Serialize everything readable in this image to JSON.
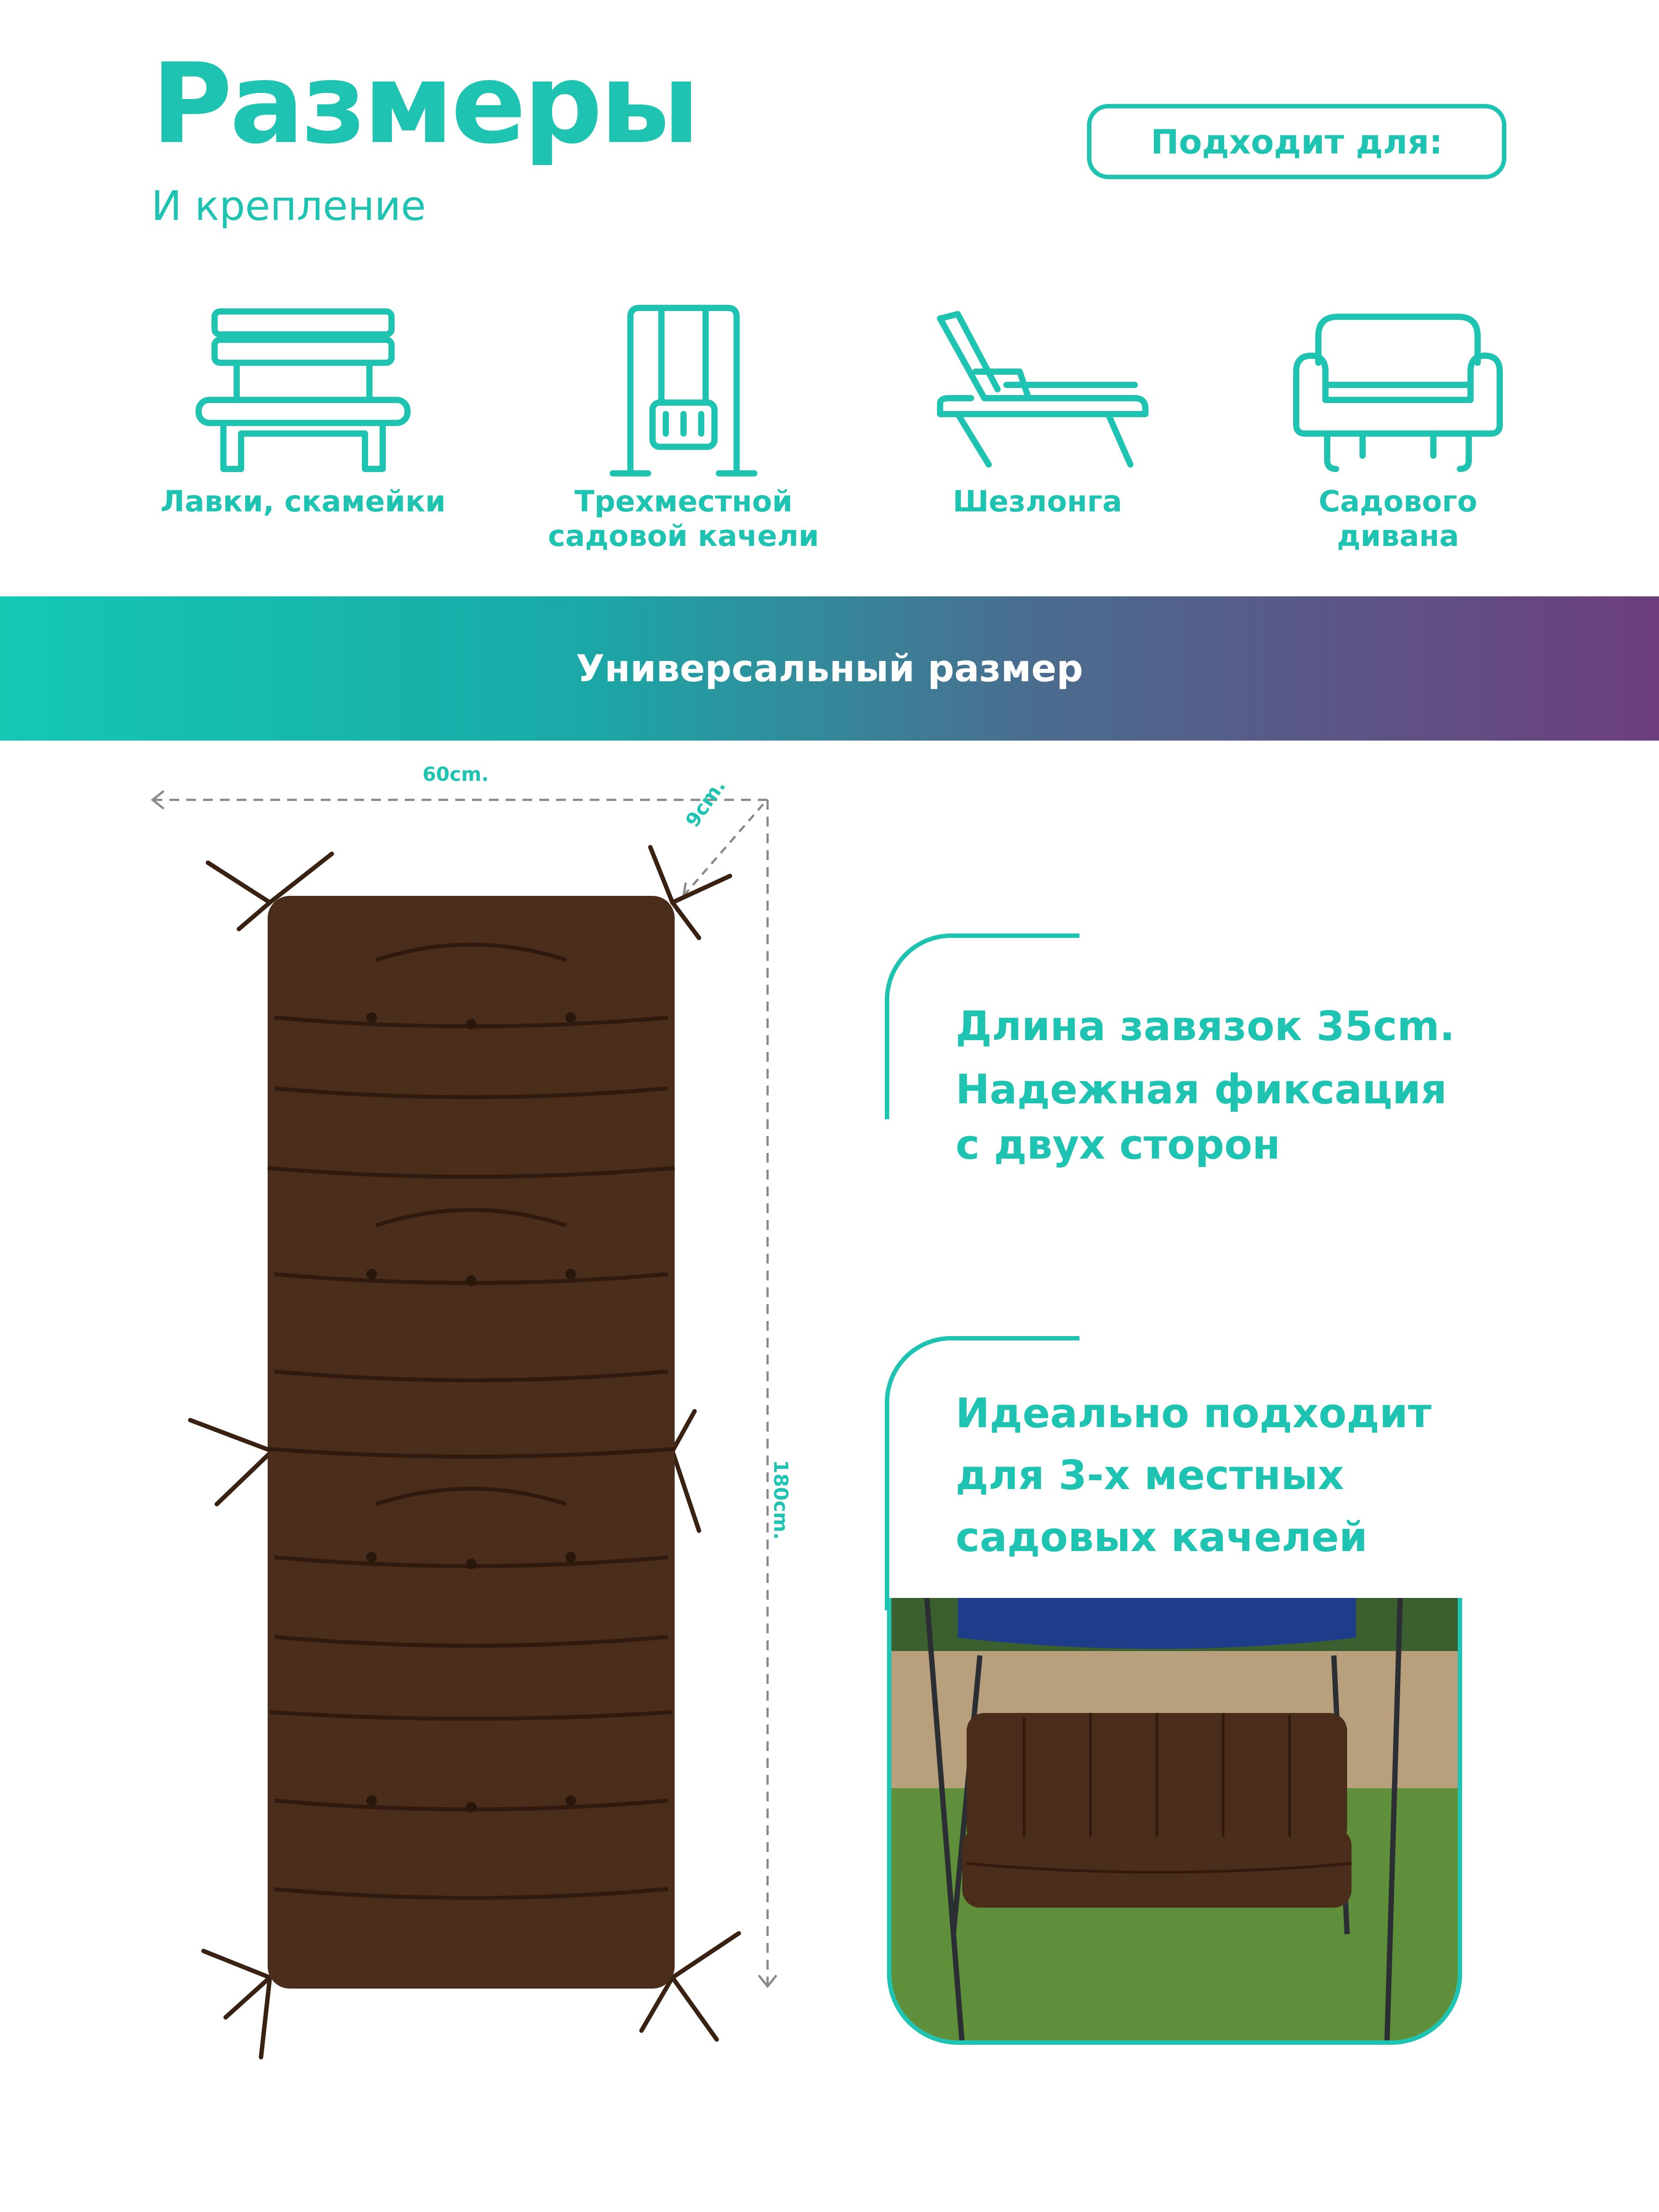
{
  "header": {
    "title": "Размеры",
    "subtitle": "И крепление",
    "fits_label": "Подходит для:"
  },
  "suitable_for": [
    {
      "icon": "bench-icon",
      "label": "Лавки, скамейки"
    },
    {
      "icon": "swing-icon",
      "label": "Трехместной\nсадовой качели"
    },
    {
      "icon": "lounger-icon",
      "label": "Шезлонга"
    },
    {
      "icon": "sofa-icon",
      "label": "Садового\nдивана"
    }
  ],
  "banner": {
    "text": "Универсальный размер"
  },
  "dimensions": {
    "width": "60cm.",
    "depth": "9cm.",
    "length": "180cm."
  },
  "features": {
    "ties_length": "Длина завязок 35cm.",
    "fixation": "Надежная фиксация\nс двух сторон",
    "swing_fit": "Идеально подходит\nдля 3-х местных\nсадовых качелей"
  },
  "colors": {
    "accent": "#1fc3b1",
    "cushion": "#4a2c1a",
    "gradient_start": "#14c8b4",
    "gradient_end": "#6d3e7d"
  }
}
